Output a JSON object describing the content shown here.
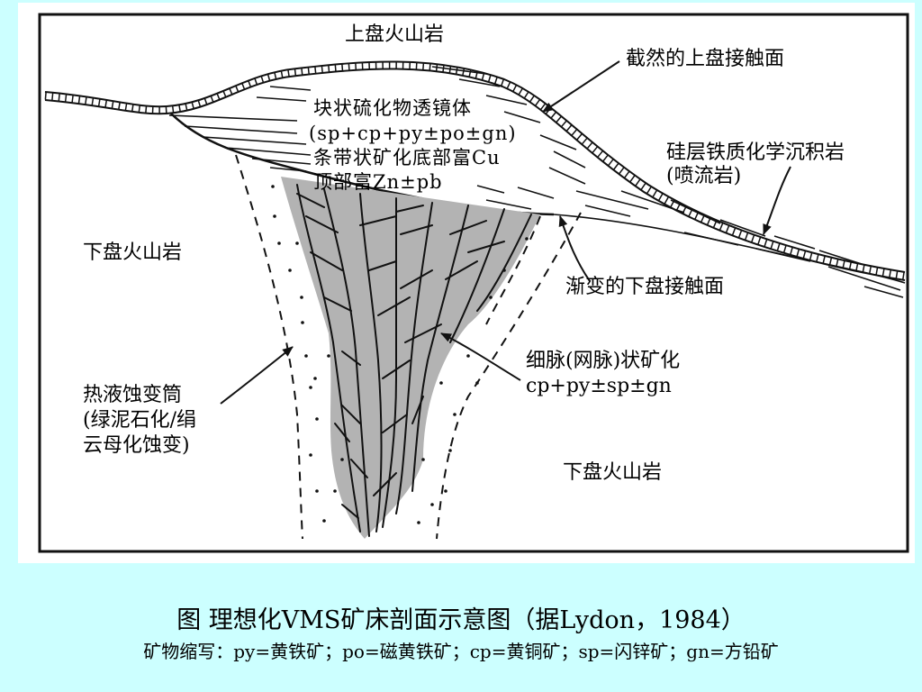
{
  "labels": {
    "hanging_wall": "上盘火山岩",
    "sharp_contact": "截然的上盘接触面",
    "massive_lens": [
      "块状硫化物透镜体",
      "(sp+cp+py±po±gn)",
      "条带状矿化底部富Cu",
      "顶部富Zn±pb"
    ],
    "silica_iron": [
      "硅层铁质化学沉积岩",
      "(喷流岩)"
    ],
    "footwall_left": "下盘火山岩",
    "gradational_contact": "渐变的下盘接触面",
    "stockwork": [
      "细脉(网脉)状矿化",
      "cp+py±sp±gn"
    ],
    "alteration_pipe": [
      "热液蚀变筒",
      "(绿泥石化/绢",
      "云母化蚀变)"
    ],
    "footwall_right": "下盘火山岩"
  },
  "caption": "图   理想化VMS矿床剖面示意图（据Lydon，1984）",
  "abbreviations": "矿物缩写：py=黄铁矿；po=磁黄铁矿；cp=黄铜矿；sp=闪锌矿；gn=方铅矿",
  "colors": {
    "background": "#ccffff",
    "stockwork_fill": "#b3b3b3",
    "line": "#111111"
  }
}
